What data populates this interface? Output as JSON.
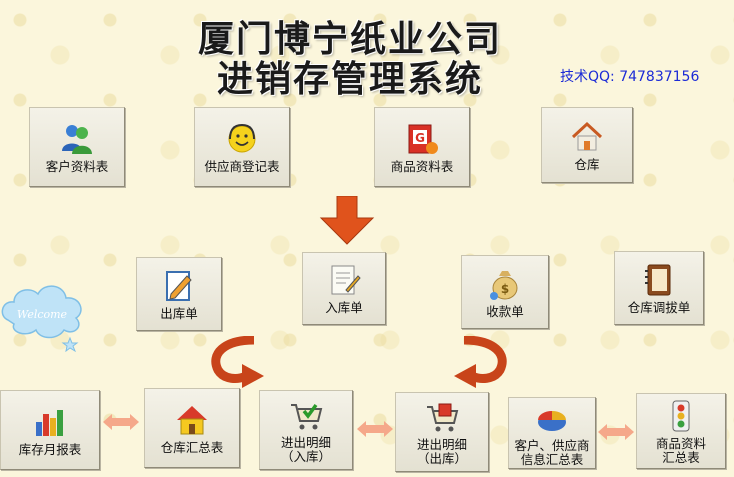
{
  "title": {
    "line1": "厦门博宁纸业公司",
    "line2": "进销存管理系统"
  },
  "support": "技术QQ: 747837156",
  "welcome_text": "Welcome",
  "buttons": {
    "customer": "客户资料表",
    "supplier": "供应商登记表",
    "product": "商品资料表",
    "warehouse": "仓库",
    "outbound": "出库单",
    "inbound": "入库单",
    "receipt": "收款单",
    "transfer": "仓库调拔单",
    "monthly": "库存月报表",
    "wh_summary": "仓库汇总表",
    "detail_in_1": "进出明细",
    "detail_in_2": "（入库）",
    "detail_out_1": "进出明细",
    "detail_out_2": "（出库）",
    "cs_summary_1": "客户、供应商",
    "cs_summary_2": "信息汇总表",
    "prod_summary_1": "商品资料",
    "prod_summary_2": "汇总表"
  },
  "colors": {
    "arrow": "#e0531c",
    "double_arrow": "#f5a88a",
    "support_text": "#1c2bd6"
  }
}
